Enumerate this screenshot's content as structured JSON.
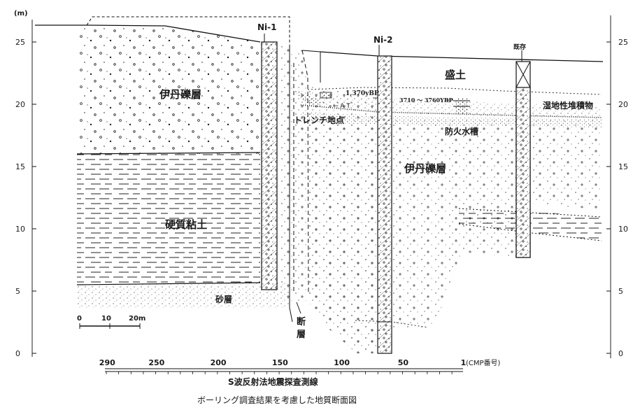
{
  "caption": "ボーリング調査結果を考慮した地質断面図",
  "axes": {
    "unit": "(m)",
    "left_ticks": [
      "25",
      "20",
      "15",
      "10",
      "5",
      "0"
    ],
    "right_ticks": [
      "25",
      "20",
      "15",
      "10",
      "5",
      "0"
    ]
  },
  "boreholes": {
    "ni1": "Ni-1",
    "ni2": "Ni-2",
    "ni3": "既存"
  },
  "layers": {
    "itami_upper": "伊丹礫層",
    "itami_lower": "伊丹礫層",
    "hard_clay": "硬質粘土",
    "sand": "砂層",
    "fill": "盛土",
    "wetland": "湿地性堆積物",
    "fire_tank": "防火水槽",
    "trench": "トレンチ地点",
    "fault": "断\n層"
  },
  "annotations": {
    "date1": "1,370yBP",
    "date2": "3710 ～ 3760YBP",
    "at": "← A T"
  },
  "scale_bar": {
    "label_0": "0",
    "label_10": "10",
    "label_20": "20m"
  },
  "cmp": {
    "ticks": [
      "290",
      "250",
      "200",
      "150",
      "100",
      "50",
      "1"
    ],
    "unit_label": "(CMP番号)",
    "line_label": "S波反射法地震探査測線"
  }
}
